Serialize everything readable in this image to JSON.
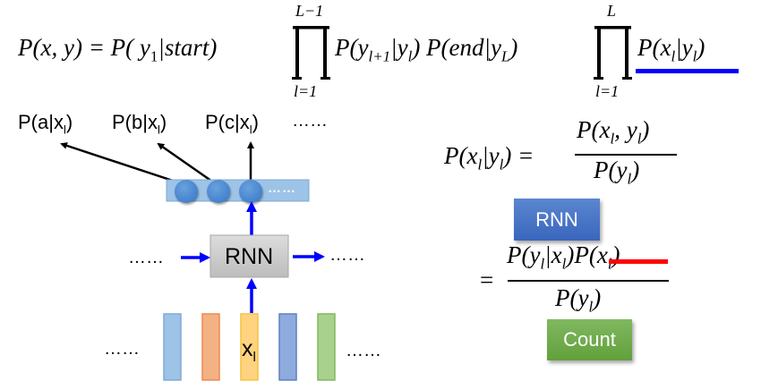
{
  "top_equation": {
    "lhs": "P(x, y) = P( y",
    "sub1": "1",
    "start_part": "|start)",
    "prod1_upper": "L−1",
    "prod1_lower": "l=1",
    "trans_part_a": "P(y",
    "trans_sub": "l+1",
    "trans_part_b": "|y",
    "trans_sub2": "l",
    "trans_part_c": ") P(end|y",
    "end_sub": "L",
    "end_close": ")",
    "prod2_upper": "L",
    "prod2_lower": "l=1",
    "emission": "P(x",
    "emission_sub": "l",
    "emission_mid": "|y",
    "emission_sub2": "l",
    "emission_close": ")",
    "underline_color": "#0000ff"
  },
  "network": {
    "outputs": [
      {
        "label": "P(a|x",
        "sub": "l",
        "close": ")"
      },
      {
        "label": "P(b|x",
        "sub": "l",
        "close": ")"
      },
      {
        "label": "P(c|x",
        "sub": "l",
        "close": ")"
      }
    ],
    "output_ellipsis": "……",
    "layer_ellipsis": "……",
    "rnn_label": "RNN",
    "left_ellipsis": "……",
    "right_ellipsis": "……",
    "input_label": "x",
    "input_sub": "l",
    "input_left_ellipsis": "……",
    "input_right_ellipsis": "……",
    "arrow_color": "#0000ff",
    "input_bars": [
      {
        "fill": "#9dc3e6",
        "stroke": "#7fa9d8"
      },
      {
        "fill": "#f4b183",
        "stroke": "#ed8b4e"
      },
      {
        "fill": "#ffd37f",
        "stroke": "#f5c242"
      },
      {
        "fill": "#8faadc",
        "stroke": "#5f7fc4"
      },
      {
        "fill": "#a9d18e",
        "stroke": "#80b85e"
      }
    ]
  },
  "bayes": {
    "lhs": "P(x",
    "lhs_sub": "l",
    "lhs_mid": "|y",
    "lhs_sub2": "l",
    "lhs_close": ") =",
    "num1": "P(x",
    "num1_sub": "l",
    "num1_mid": ", y",
    "num1_sub2": "l",
    "num1_close": ")",
    "den1": "P(y",
    "den1_sub": "l",
    "den1_close": ")",
    "rnn_button": "RNN",
    "rnn_color": "#4472c4",
    "eq2": "=",
    "num2_a": "P(y",
    "num2_sub": "l",
    "num2_mid": "|x",
    "num2_sub2": "l",
    "num2_close": ")",
    "num2_struck": "P(x",
    "num2_struck_sub": "l",
    "num2_struck_close": ")",
    "strike_color": "#ff0000",
    "den2": "P(y",
    "den2_sub": "l",
    "den2_close": ")",
    "count_button": "Count",
    "count_color": "#70ad47"
  }
}
